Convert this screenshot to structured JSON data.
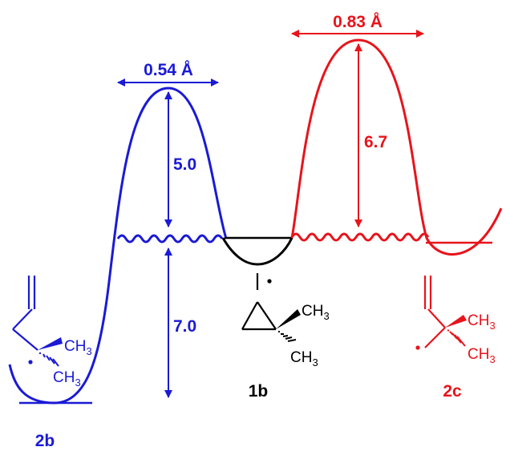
{
  "colors": {
    "left": "#1a1ad6",
    "right": "#e8141b",
    "center": "#000000"
  },
  "left": {
    "width_label": "0.54 Å",
    "barrier_label": "5.0",
    "depth_label": "7.0",
    "compound_label": "2b",
    "groups": [
      "CH",
      "3",
      "CH",
      "3"
    ]
  },
  "right": {
    "width_label": "0.83 Å",
    "barrier_label": "6.7",
    "compound_label": "2c",
    "groups": [
      "CH",
      "3",
      "CH",
      "3"
    ]
  },
  "center": {
    "compound_label": "1b",
    "groups": [
      "CH",
      "3",
      "CH",
      "3"
    ]
  }
}
